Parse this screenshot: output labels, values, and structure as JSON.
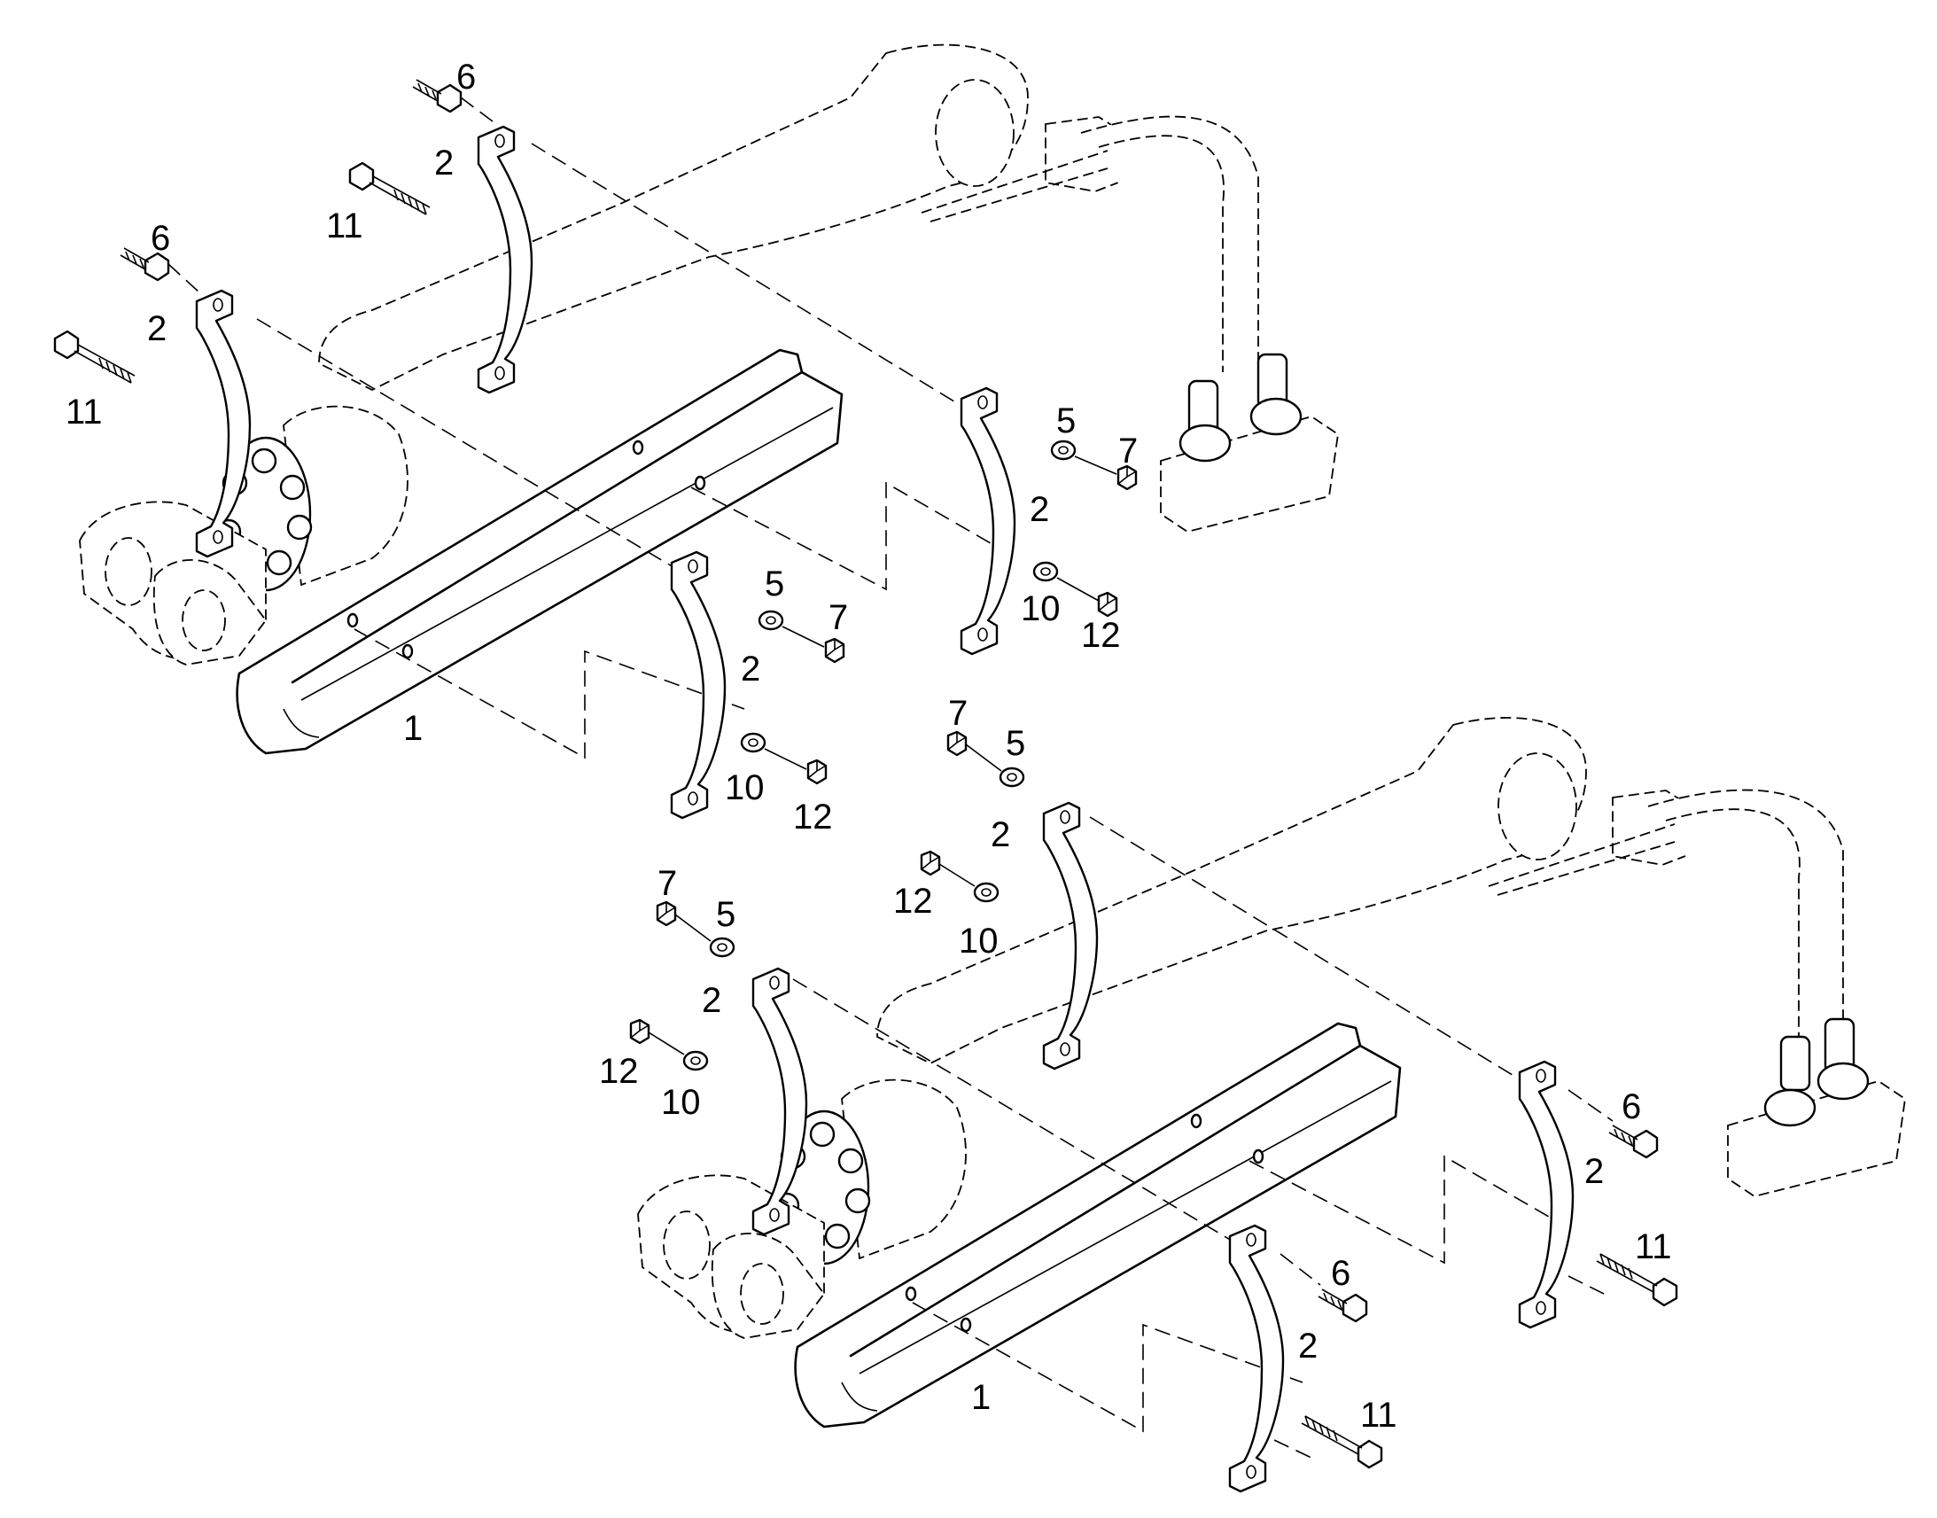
{
  "callouts": {
    "top": [
      "6",
      "2",
      "11",
      "6",
      "2",
      "11",
      "5",
      "7",
      "2",
      "10",
      "12",
      "5",
      "7",
      "2",
      "1",
      "10",
      "12"
    ],
    "bottom": [
      "7",
      "5",
      "2",
      "12",
      "10",
      "7",
      "5",
      "2",
      "12",
      "10",
      "6",
      "2",
      "11",
      "6",
      "2",
      "11",
      "1"
    ]
  }
}
